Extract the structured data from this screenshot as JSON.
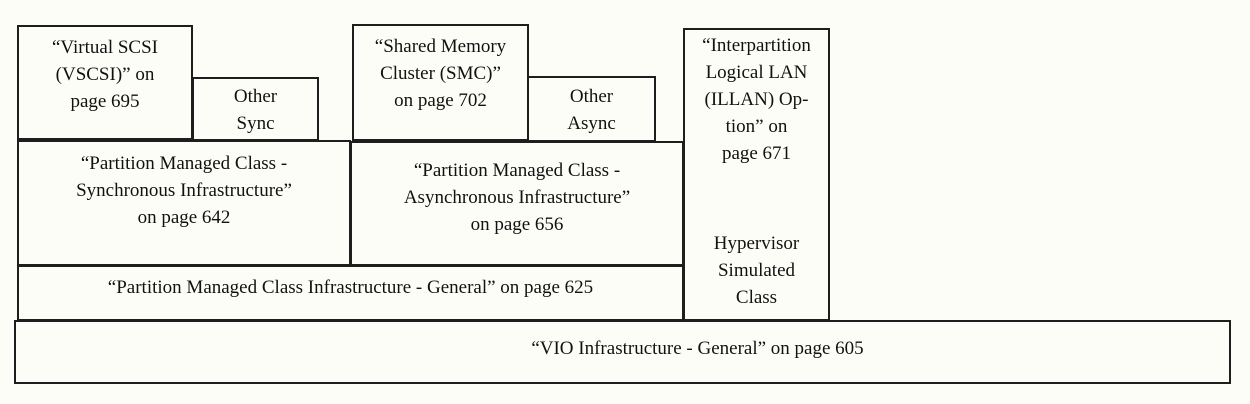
{
  "diagram": {
    "colors": {
      "background": "#fdfdf8",
      "border": "#1e1e1e",
      "text": "#111111"
    },
    "boxes": {
      "vscsi": {
        "lines": [
          "“Virtual SCSI",
          "(VSCSI)” on",
          "page 695"
        ]
      },
      "other_sync": {
        "lines": [
          "Other",
          "Sync"
        ]
      },
      "smc": {
        "lines": [
          "“Shared Memory",
          "Cluster (SMC)”",
          "on page 702"
        ]
      },
      "other_async": {
        "lines": [
          "Other",
          "Async"
        ]
      },
      "illan": {
        "lines": [
          "“Interpartition",
          "Logical LAN",
          "(ILLAN) Op-",
          "tion” on",
          "page 671"
        ]
      },
      "hypervisor": {
        "lines": [
          "Hypervisor",
          "Simulated",
          "Class"
        ]
      },
      "pmc_sync": {
        "lines": [
          "“Partition Managed Class -",
          "Synchronous Infrastructure”",
          "on page 642"
        ]
      },
      "pmc_async": {
        "lines": [
          "“Partition Managed Class -",
          "Asynchronous Infrastructure”",
          "on page 656"
        ]
      },
      "pmc_general": {
        "lines": [
          "“Partition Managed Class Infrastructure - General” on page 625"
        ]
      },
      "vio_general": {
        "lines": [
          "“VIO Infrastructure - General” on page 605"
        ]
      }
    }
  }
}
